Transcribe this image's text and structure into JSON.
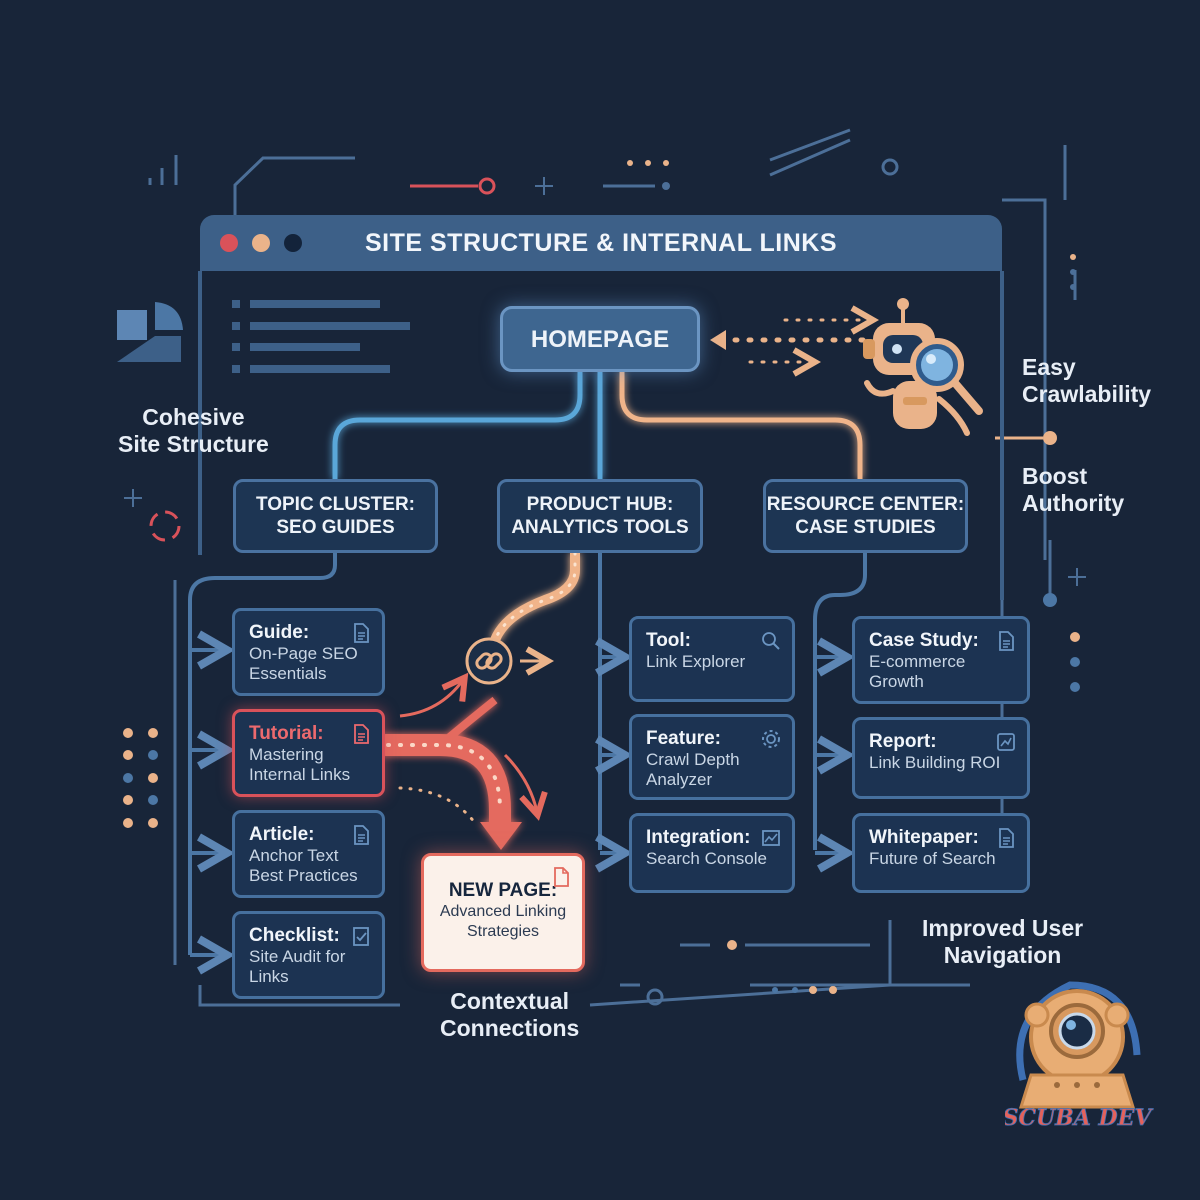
{
  "title": "SITE STRUCTURE & INTERNAL LINKS",
  "homepage": "HOMEPAGE",
  "hubs": [
    {
      "line1": "TOPIC CLUSTER:",
      "line2": "SEO GUIDES"
    },
    {
      "line1": "PRODUCT HUB:",
      "line2": "ANALYTICS TOOLS"
    },
    {
      "line1": "RESOURCE CENTER:",
      "line2": "CASE STUDIES"
    }
  ],
  "left_pages": [
    {
      "type": "Guide:",
      "desc": "On-Page SEO Essentials",
      "icon": "document-icon"
    },
    {
      "type": "Tutorial:",
      "desc": "Mastering Internal Links",
      "icon": "document-icon"
    },
    {
      "type": "Article:",
      "desc": "Anchor Text Best Practices",
      "icon": "document-icon"
    },
    {
      "type": "Checklist:",
      "desc": "Site Audit for Links",
      "icon": "checklist-icon"
    }
  ],
  "middle_pages": [
    {
      "type": "Tool:",
      "desc": "Link Explorer",
      "icon": "magnifier-icon"
    },
    {
      "type": "Feature:",
      "desc": "Crawl Depth Analyzer",
      "icon": "gear-icon"
    },
    {
      "type": "Integration:",
      "desc": "Search Console",
      "icon": "chart-icon"
    }
  ],
  "right_pages": [
    {
      "type": "Case Study:",
      "desc": "E-commerce Growth",
      "icon": "document-icon"
    },
    {
      "type": "Report:",
      "desc": "Link Building ROI",
      "icon": "chart-icon"
    },
    {
      "type": "Whitepaper:",
      "desc": "Future of Search",
      "icon": "document-icon"
    }
  ],
  "new_page": {
    "type": "NEW PAGE:",
    "desc": "Advanced Linking Strategies",
    "icon": "document-icon"
  },
  "callouts": {
    "structure": [
      "Cohesive",
      "Site Structure"
    ],
    "crawl": [
      "Easy",
      "Crawlability"
    ],
    "authority": [
      "Boost",
      "Authority"
    ],
    "navigation": [
      "Improved User",
      "Navigation"
    ],
    "contextual": [
      "Contextual",
      "Connections"
    ]
  },
  "logo_text": "SCUBA DEV",
  "colors": {
    "background": "#182539",
    "box_border": "#4c77a5",
    "accent_orange": "#eab38a",
    "accent_red": "#d9525a",
    "link_blue": "#5aa7d9"
  }
}
